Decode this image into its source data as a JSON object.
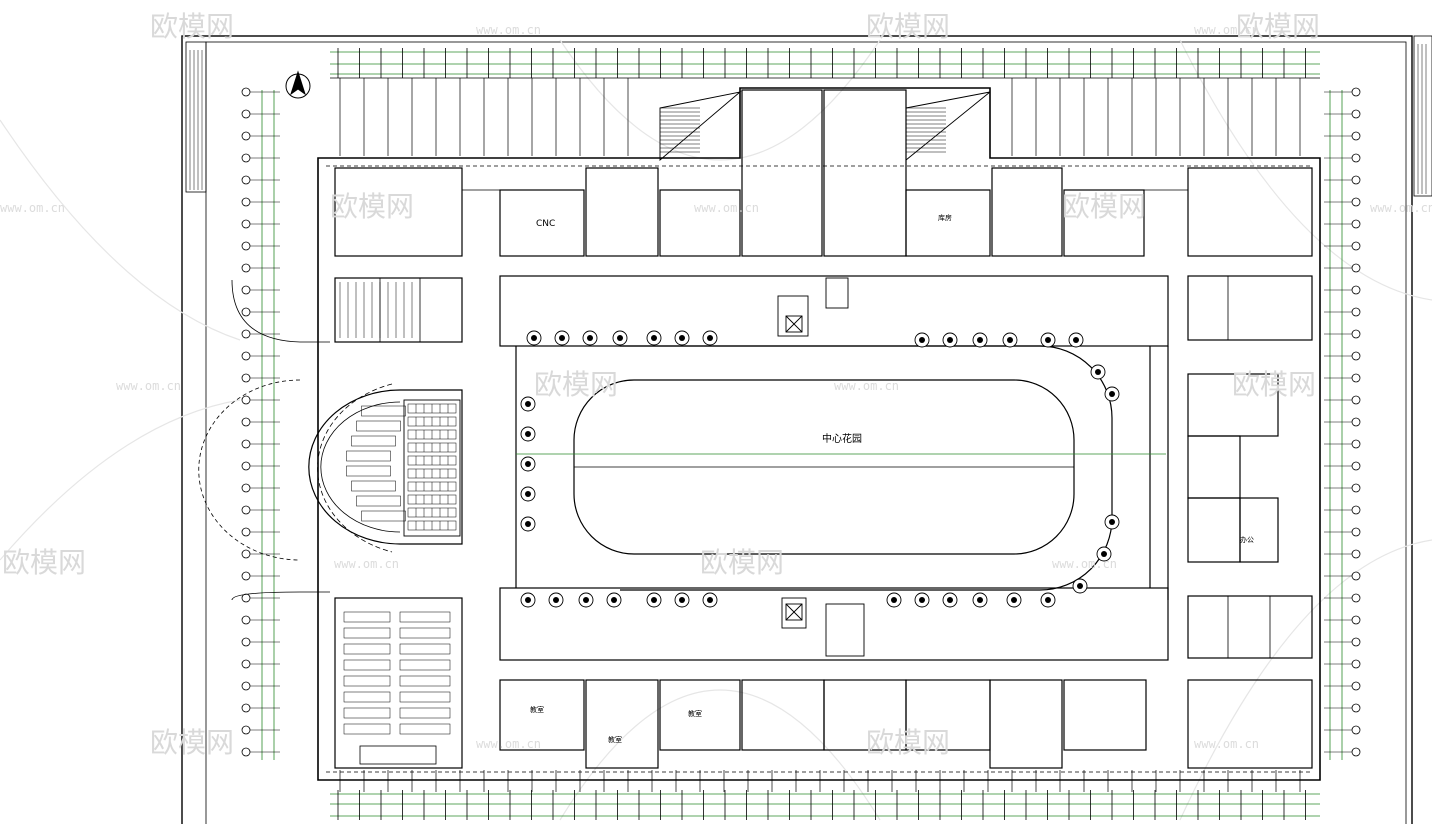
{
  "watermark": {
    "brand": "欧模网",
    "url": "www.om.cn"
  },
  "rooms": {
    "cnc": "CNC",
    "central_garden": "中心花园",
    "classroom_a": "教室",
    "classroom_b": "教室",
    "classroom_c": "教室",
    "office": "办公",
    "storage": "库房"
  },
  "colors": {
    "line": "#000000",
    "dimension": "#2a8a2a",
    "watermark": "#d9d9d9"
  }
}
